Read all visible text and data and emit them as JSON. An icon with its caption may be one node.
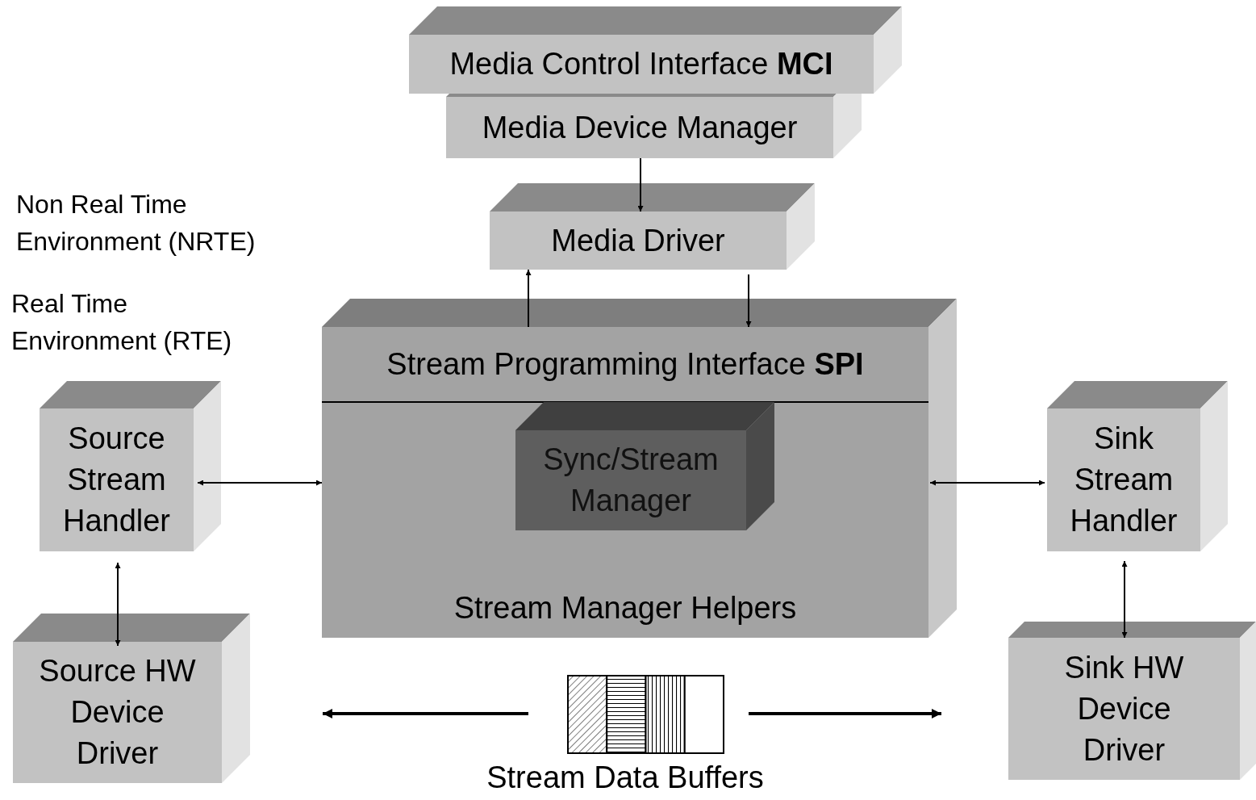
{
  "diagram": {
    "nodes": [
      {
        "text": [
          "Media Control Interface **MCI**"
        ]
      },
      {
        "text": [
          "Media Device Manager"
        ]
      },
      {
        "text": [
          "Media Driver"
        ]
      },
      {
        "text": [
          "Stream Programming Interface **SPI**",
          "Stream Manager Helpers"
        ]
      },
      {
        "text": [
          "Sync/Stream Manager"
        ],
        "in": 3
      },
      {
        "text": [
          "Source Stream Handler"
        ]
      },
      {
        "text": [
          "Sink Stream Handler"
        ]
      },
      {
        "text": [
          "Source HW Device Driver"
        ]
      },
      {
        "text": [
          "Sink HW Device Driver"
        ]
      },
      {
        "text": [
          "Stream Data Buffers"
        ]
      }
    ],
    "edges": [
      {
        "from": 1,
        "to": 2,
        "arrow": "to"
      },
      {
        "from": 3,
        "to": 2,
        "arrow": "to"
      },
      {
        "from": 2,
        "to": 3,
        "arrow": "to"
      },
      {
        "from": 5,
        "to": 3,
        "arrow": "both"
      },
      {
        "from": 3,
        "to": 6,
        "arrow": "both"
      },
      {
        "from": 5,
        "to": 7,
        "arrow": "both"
      },
      {
        "from": 6,
        "to": 8,
        "arrow": "both"
      },
      {
        "from": 9,
        "to": null,
        "arrow": "to"
      },
      {
        "from": 9,
        "to": null,
        "arrow": "to"
      }
    ],
    "labels": [
      "Non Real Time Environment (NRTE)",
      "Real Time Environment (RTE)"
    ]
  }
}
